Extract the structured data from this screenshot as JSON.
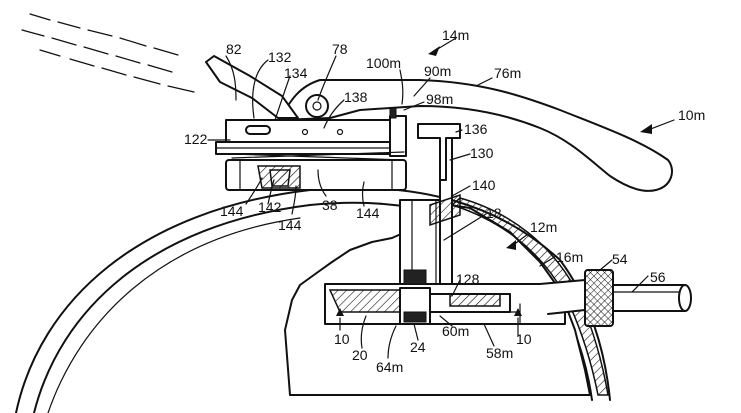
{
  "figure": {
    "background": "#ffffff",
    "ink": "#111111",
    "labels": [
      {
        "id": "l82",
        "text": "82"
      },
      {
        "id": "l132",
        "text": "132"
      },
      {
        "id": "l134",
        "text": "134"
      },
      {
        "id": "l78",
        "text": "78"
      },
      {
        "id": "l14m",
        "text": "14m"
      },
      {
        "id": "l100m",
        "text": "100m"
      },
      {
        "id": "l90m",
        "text": "90m"
      },
      {
        "id": "l76m",
        "text": "76m"
      },
      {
        "id": "l10m",
        "text": "10m"
      },
      {
        "id": "l138",
        "text": "138"
      },
      {
        "id": "l98m",
        "text": "98m"
      },
      {
        "id": "l122",
        "text": "122"
      },
      {
        "id": "l136",
        "text": "136"
      },
      {
        "id": "l130",
        "text": "130"
      },
      {
        "id": "l140",
        "text": "140"
      },
      {
        "id": "l144a",
        "text": "144"
      },
      {
        "id": "l142",
        "text": "142"
      },
      {
        "id": "l38",
        "text": "38"
      },
      {
        "id": "l144b",
        "text": "144"
      },
      {
        "id": "l144c",
        "text": "144"
      },
      {
        "id": "l18",
        "text": "18"
      },
      {
        "id": "l12m",
        "text": "12m"
      },
      {
        "id": "l16m",
        "text": "16m"
      },
      {
        "id": "l54",
        "text": "54"
      },
      {
        "id": "l56",
        "text": "56"
      },
      {
        "id": "l128",
        "text": "128"
      },
      {
        "id": "l10a",
        "text": "10"
      },
      {
        "id": "l60m",
        "text": "60m"
      },
      {
        "id": "l10b",
        "text": "10"
      },
      {
        "id": "l20",
        "text": "20"
      },
      {
        "id": "l24",
        "text": "24"
      },
      {
        "id": "l64m",
        "text": "64m"
      },
      {
        "id": "l58m",
        "text": "58m"
      }
    ]
  }
}
